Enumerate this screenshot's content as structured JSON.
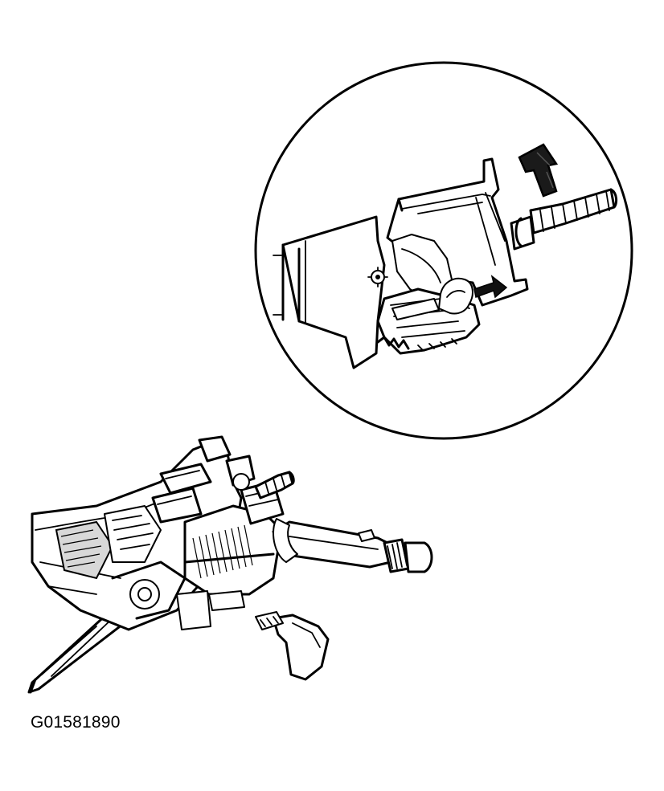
{
  "figure": {
    "id_label": "G01581890"
  },
  "callouts": [
    {
      "name": "removal-direction-arrow",
      "direction": "up",
      "style": "heavy-outlined"
    },
    {
      "name": "release-tab-arrow",
      "direction": "right",
      "style": "small-solid"
    }
  ]
}
